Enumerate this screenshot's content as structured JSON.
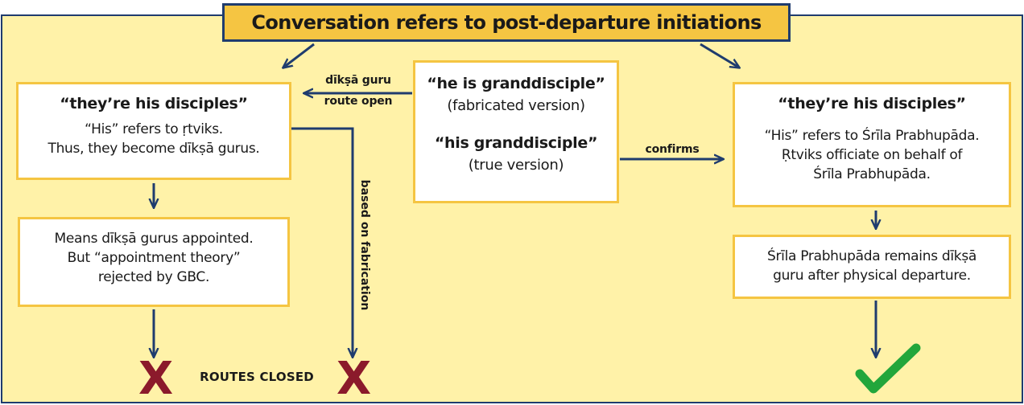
{
  "title": "Conversation refers to post-departure initiations",
  "center": {
    "fabricated_quote": "“he is granddisciple”",
    "fabricated_note": "(fabricated version)",
    "true_quote": "“his granddisciple”",
    "true_note": "(true version)"
  },
  "left_route": {
    "heading": "“they’re his disciples”",
    "line1": "“His” refers to ṛtviks.",
    "line2": "Thus, they become dīkṣā gurus.",
    "lower_line1": "Means dīkṣā gurus appointed.",
    "lower_line2": "But “appointment theory”",
    "lower_line3": "rejected by GBC."
  },
  "right_route": {
    "heading": "“they’re his disciples”",
    "line1": "“His” refers to Śrīla Prabhupāda.",
    "line2": "Ṛtviks officiate on behalf of",
    "line3": "Śrīla Prabhupāda.",
    "lower_line1": "Śrīla Prabhupāda remains dīkṣā",
    "lower_line2": "guru after physical departure."
  },
  "connector_labels": {
    "diksa_guru": "dīkṣā guru",
    "route_open": "route open",
    "confirms": "confirms",
    "based_on_fabrication": "based on fabrication"
  },
  "outcome": {
    "routes_closed": "ROUTES  CLOSED",
    "x_mark": "X",
    "check_mark": "✓"
  },
  "colors": {
    "background": "#fff2a8",
    "box_border": "#f5c542",
    "title_fill": "#f5c542",
    "arrow": "#1f3c6e",
    "x_mark": "#8b1a2b",
    "check_mark": "#22a63b"
  }
}
